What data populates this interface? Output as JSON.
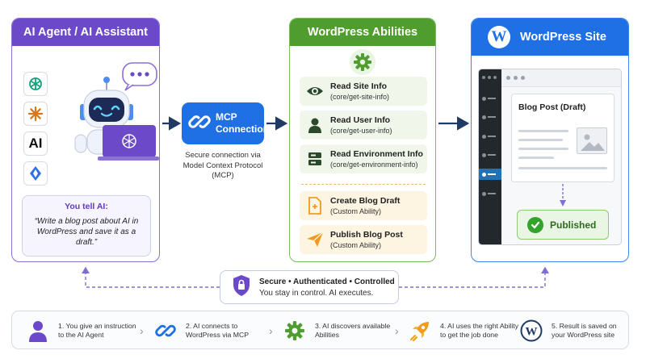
{
  "agent_panel": {
    "title": "AI Agent / AI Assistant",
    "ai_text_icon": "AI",
    "tell_title": "You tell AI:",
    "tell_quote": "“Write a blog post about AI in WordPress and save it as a draft.”",
    "icons": [
      "chatgpt-icon",
      "claude-icon",
      "ai-text-icon",
      "gemini-icon"
    ]
  },
  "mcp": {
    "label": "MCP Connection",
    "description": "Secure connection via Model Context Protocol (MCP)"
  },
  "abilities_panel": {
    "title": "WordPress Abilities",
    "core": [
      {
        "title": "Read Site Info",
        "sub": "(core/get-site-info)",
        "icon": "eye-icon"
      },
      {
        "title": "Read User Info",
        "sub": "(core/get-user-info)",
        "icon": "user-icon"
      },
      {
        "title": "Read Environment Info",
        "sub": "(core/get-environment-info)",
        "icon": "server-icon"
      }
    ],
    "custom": [
      {
        "title": "Create Blog Draft",
        "sub": "(Custom Ability)",
        "icon": "document-plus-icon"
      },
      {
        "title": "Publish Blog Post",
        "sub": "(Custom Ability)",
        "icon": "paper-plane-icon"
      }
    ]
  },
  "site_panel": {
    "title": "WordPress Site",
    "logo_letter": "W",
    "post_title": "Blog Post (Draft)",
    "published_label": "Published"
  },
  "secure": {
    "title": "Secure • Authenticated • Controlled",
    "subtitle": "You stay in control. AI executes."
  },
  "steps": [
    {
      "text": "1. You give an instruction to the AI Agent",
      "icon": "user-icon"
    },
    {
      "text": "2. AI connects to WordPress via MCP",
      "icon": "link-icon"
    },
    {
      "text": "3. AI discovers available Abilities",
      "icon": "gear-icon"
    },
    {
      "text": "4. AI uses the right Ability to get the job done",
      "icon": "rocket-icon"
    },
    {
      "text": "5. Result is saved on your WordPress site",
      "icon": "wordpress-icon"
    }
  ],
  "colors": {
    "purple": "#6b49c9",
    "green": "#4f9d2f",
    "blue": "#1f6fe5",
    "orange": "#f29a1f",
    "navy": "#1f3a63"
  }
}
